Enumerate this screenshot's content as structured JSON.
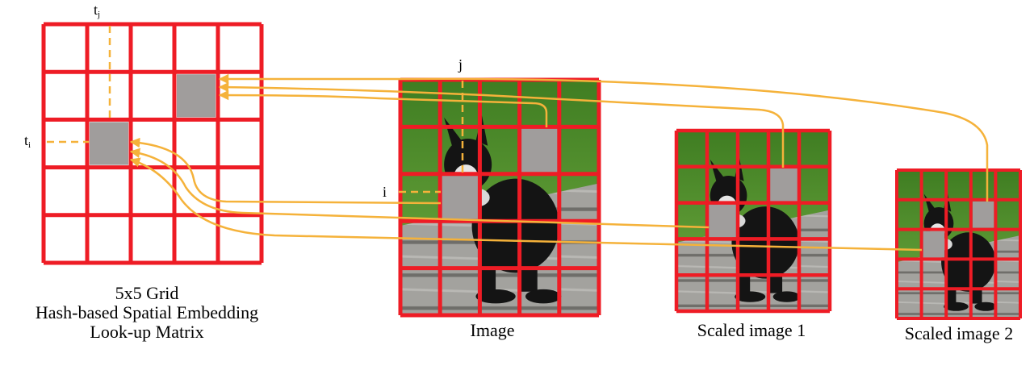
{
  "grid": {
    "caption_lines": [
      "5x5 Grid",
      "Hash-based Spatial Embedding",
      "Look-up Matrix"
    ],
    "rows": 5,
    "cols": 5,
    "highlighted_cells": [
      [
        1,
        3
      ],
      [
        2,
        1
      ]
    ]
  },
  "labels": {
    "t_j": "t",
    "t_j_sub": "j",
    "t_i": "t",
    "t_i_sub": "i",
    "j": "j",
    "i": "i"
  },
  "images": [
    {
      "caption": "Image",
      "highlighted_cells": [
        [
          2,
          1
        ],
        [
          1,
          3
        ]
      ]
    },
    {
      "caption": "Scaled image 1",
      "highlighted_cells": [
        [
          2,
          1
        ],
        [
          1,
          3
        ]
      ]
    },
    {
      "caption": "Scaled image 2",
      "highlighted_cells": [
        [
          2,
          1
        ],
        [
          1,
          3
        ]
      ]
    }
  ],
  "colors": {
    "grid_line": "#ee1c25",
    "highlight": "#a09d9c",
    "arrow": "#f5b23a",
    "grass": "#4f8a2a",
    "deck": "#9a9a96",
    "dog": "#141414"
  }
}
